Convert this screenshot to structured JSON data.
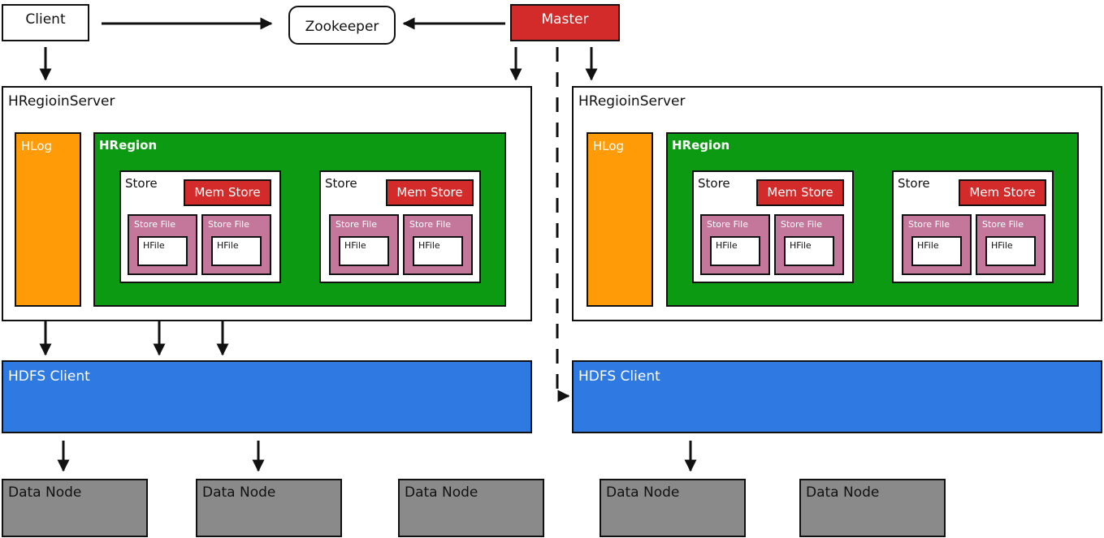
{
  "client": "Client",
  "zookeeper": "Zookeeper",
  "master": "Master",
  "region_server": "HRegioinServer",
  "hlog": "HLog",
  "hregion": "HRegion",
  "store": "Store",
  "mem_store": "Mem Store",
  "store_file": "Store File",
  "hfile": "HFile",
  "hdfs_client": "HDFS Client",
  "data_node": "Data Node",
  "colors": {
    "master": "#d32a2a",
    "hlog": "#ff9b06",
    "hregion": "#0b9a11",
    "mem_store": "#d32a2a",
    "store_file": "#c4779b",
    "hdfs_client": "#2f79e2",
    "data_node": "#8a8a8a"
  }
}
